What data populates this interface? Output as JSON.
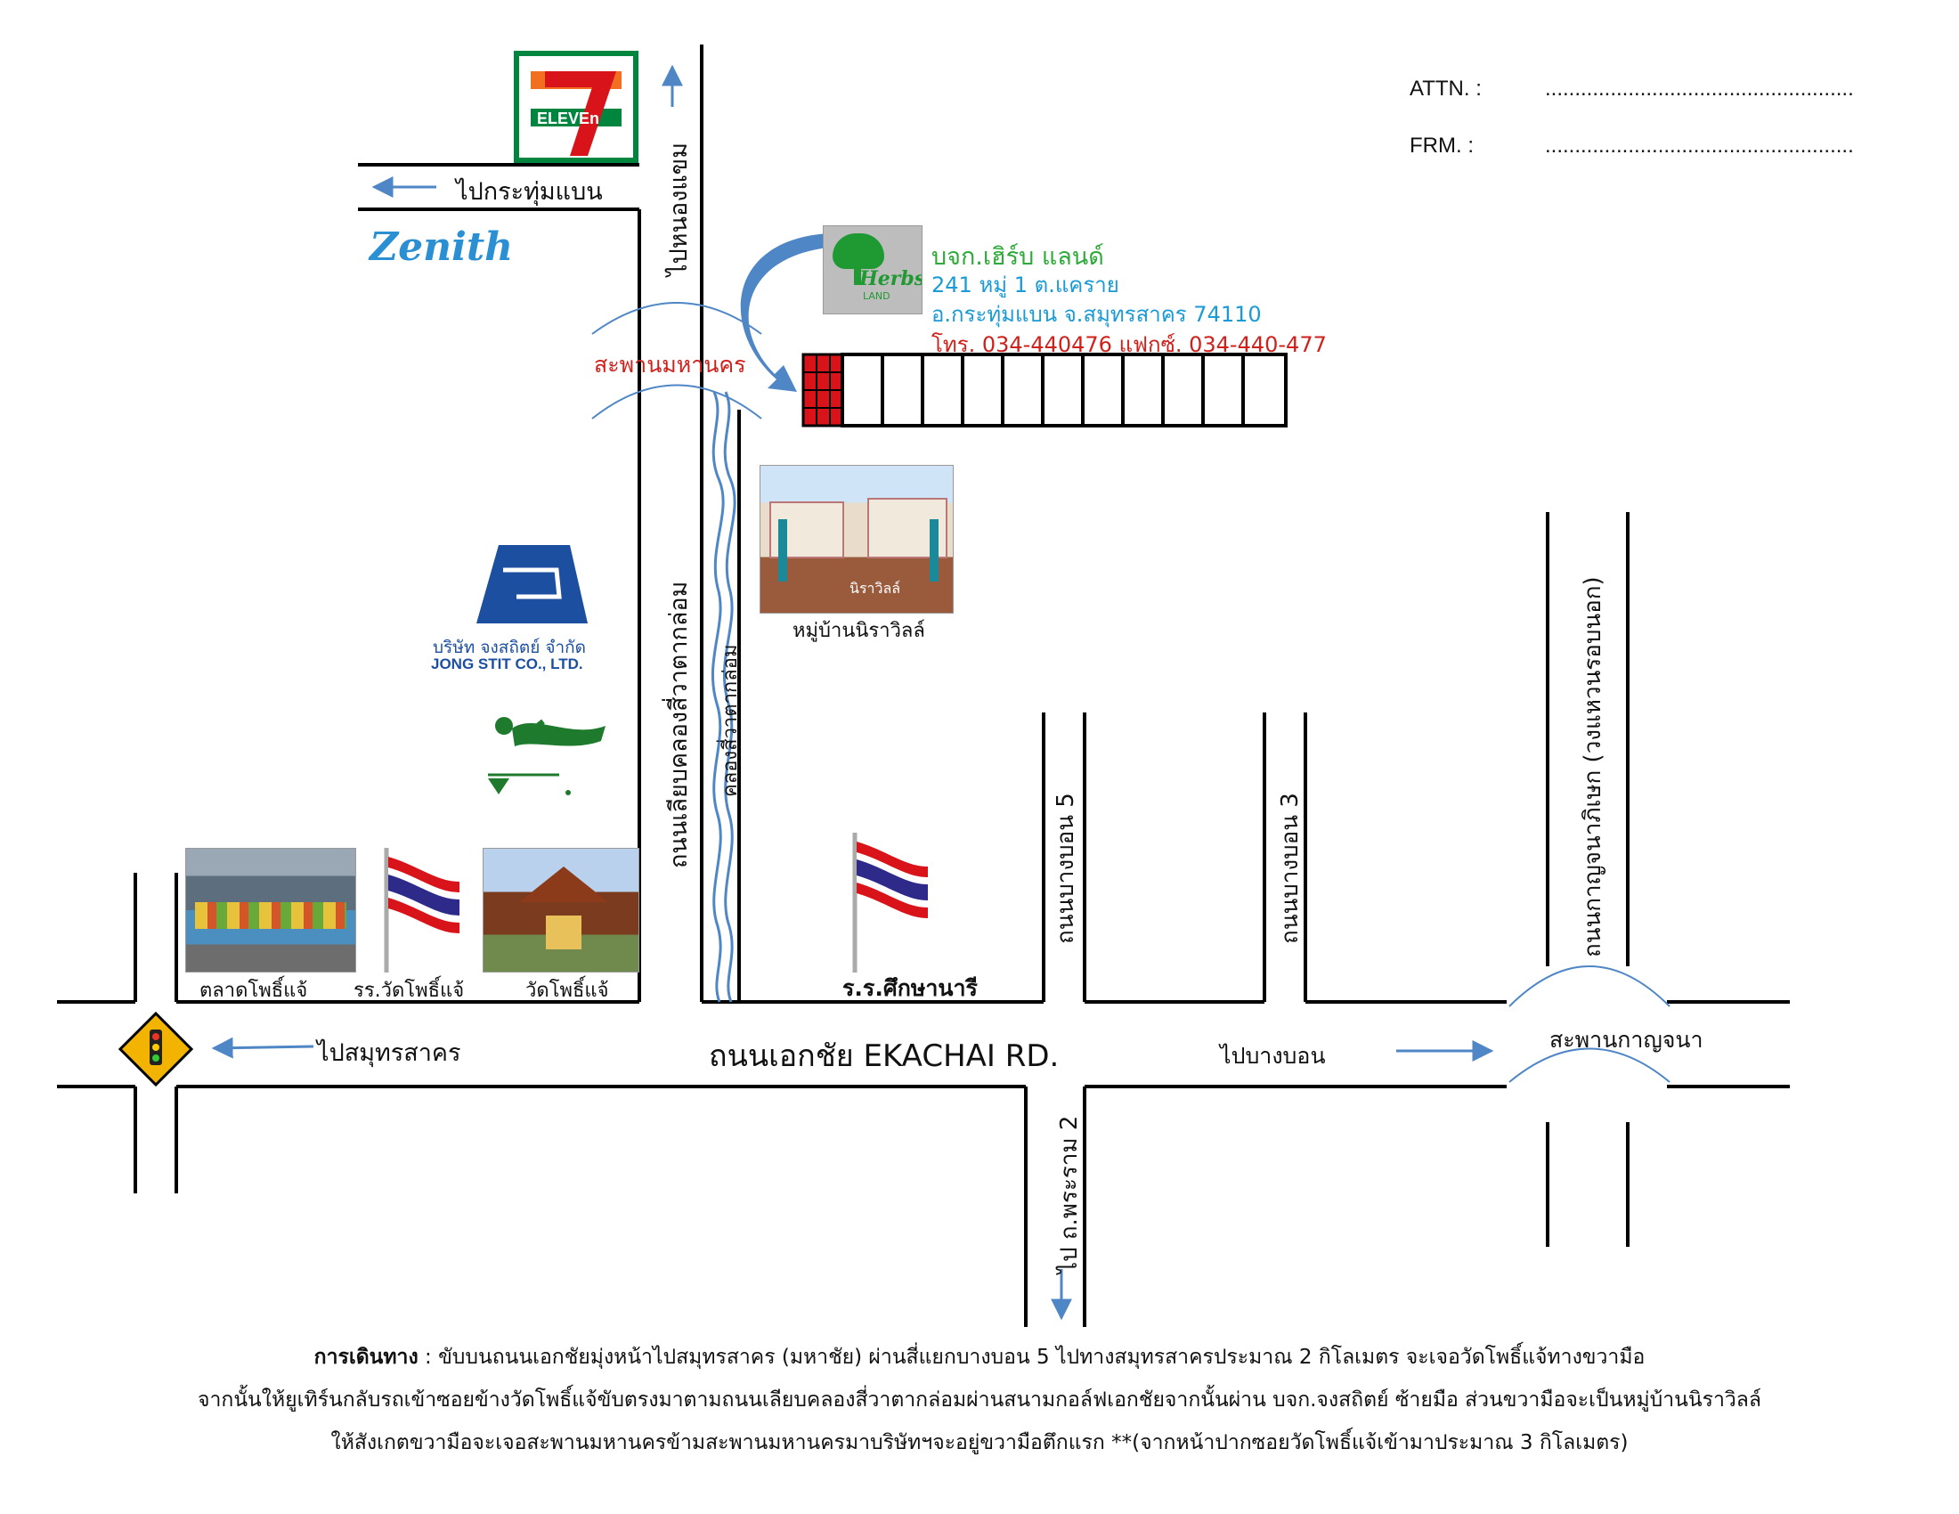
{
  "header": {
    "attn_label": "ATTN.  :",
    "attn_value": "....................................................",
    "frm_label": "FRM.   :",
    "frm_value": "...................................................."
  },
  "company": {
    "name": "บจก.เฮิร์บ แลนด์",
    "address1": "241 หมู่ 1 ต.แคราย",
    "address2": "อ.กระทุ่มแบน จ.สมุทรสาคร 74110",
    "phone": "โทร. 034-440476  แฟกซ์. 034-440-477",
    "logo_text": "Herbs",
    "logo_subtext": "LAND",
    "name_color": "#2eaa3a",
    "address_color": "#1a9ad6",
    "phone_color": "#d0201c"
  },
  "roads": {
    "ekachai": "ถนนเอกชัย EKACHAI RD.",
    "to_krathumbaen": "ไปกระทุ่มแบน",
    "to_nongkham": "ไปหนองแขม",
    "bridge_mahanakorn": "สะพานมหานคร",
    "canal_road": "ถนนเลียบคลองสี่วาตากล่อม",
    "canal": "คลองสี่วาตากล่อม",
    "to_samutsakhon": "ไปสมุทรสาคร",
    "bangbon5": "ถนนบางบอน 5",
    "bangbon3": "ถนนบางบอน 3",
    "kanchanaphisek": "ถนนกาญจนาภิเษก (วงแหวนรอบนอก)",
    "to_bangbon": "ไปบางบอน",
    "bridge_kanchana": "สะพานกาญจนา",
    "to_rama2": "ไป ถ.พระราม 2"
  },
  "landmarks": {
    "seven_eleven": "ELEVEn",
    "zenith": "Zenith",
    "jongstit_th": "บริษัท  จงสถิตย์  จำกัด",
    "jongstit_en": "JONG  STIT  CO.,  LTD.",
    "nirawill": "หมู่บ้านนิราวิลล์",
    "nirawill_sign": "นิราวิลล์",
    "market": "ตลาดโพธิ์แจ้",
    "school_watpho": "รร.วัดโพธิ์แจ้",
    "wat_pho": "วัดโพธิ์แจ้",
    "school_suksanaree": "ร.ร.ศึกษานารี"
  },
  "directions": {
    "heading": "การเดินทาง",
    "line1": " :  ขับบนถนนเอกชัยมุ่งหน้าไปสมุทรสาคร (มหาชัย) ผ่านสี่แยกบางบอน 5 ไปทางสมุทรสาครประมาณ 2 กิโลเมตร จะเจอวัดโพธิ์แจ้ทางขวามือ",
    "line2": "จากนั้นให้ยูเทิร์นกลับรถเข้าซอยข้างวัดโพธิ์แจ้ขับตรงมาตามถนนเลียบคลองสี่วาตากล่อมผ่านสนามกอล์ฟเอกชัยจากนั้นผ่าน  บจก.จงสถิตย์ ซ้ายมือ ส่วนขวามือจะเป็นหมู่บ้านนิราวิลล์",
    "line3": "ให้สังเกตขวามือจะเจอสะพานมหานครข้ามสะพานมหานครมาบริษัทฯจะอยู่ขวามือตึกแรก  **(จากหน้าปากซอยวัดโพธิ์แจ้เข้ามาประมาณ 3 กิโลเมตร)"
  },
  "colors": {
    "arrow": "#4f86c6",
    "bridge_label": "#d0201c",
    "building_red": "#d8141a",
    "seven_green": "#00853f",
    "seven_orange": "#f26f21",
    "jongstit_blue": "#1d4fa0"
  }
}
